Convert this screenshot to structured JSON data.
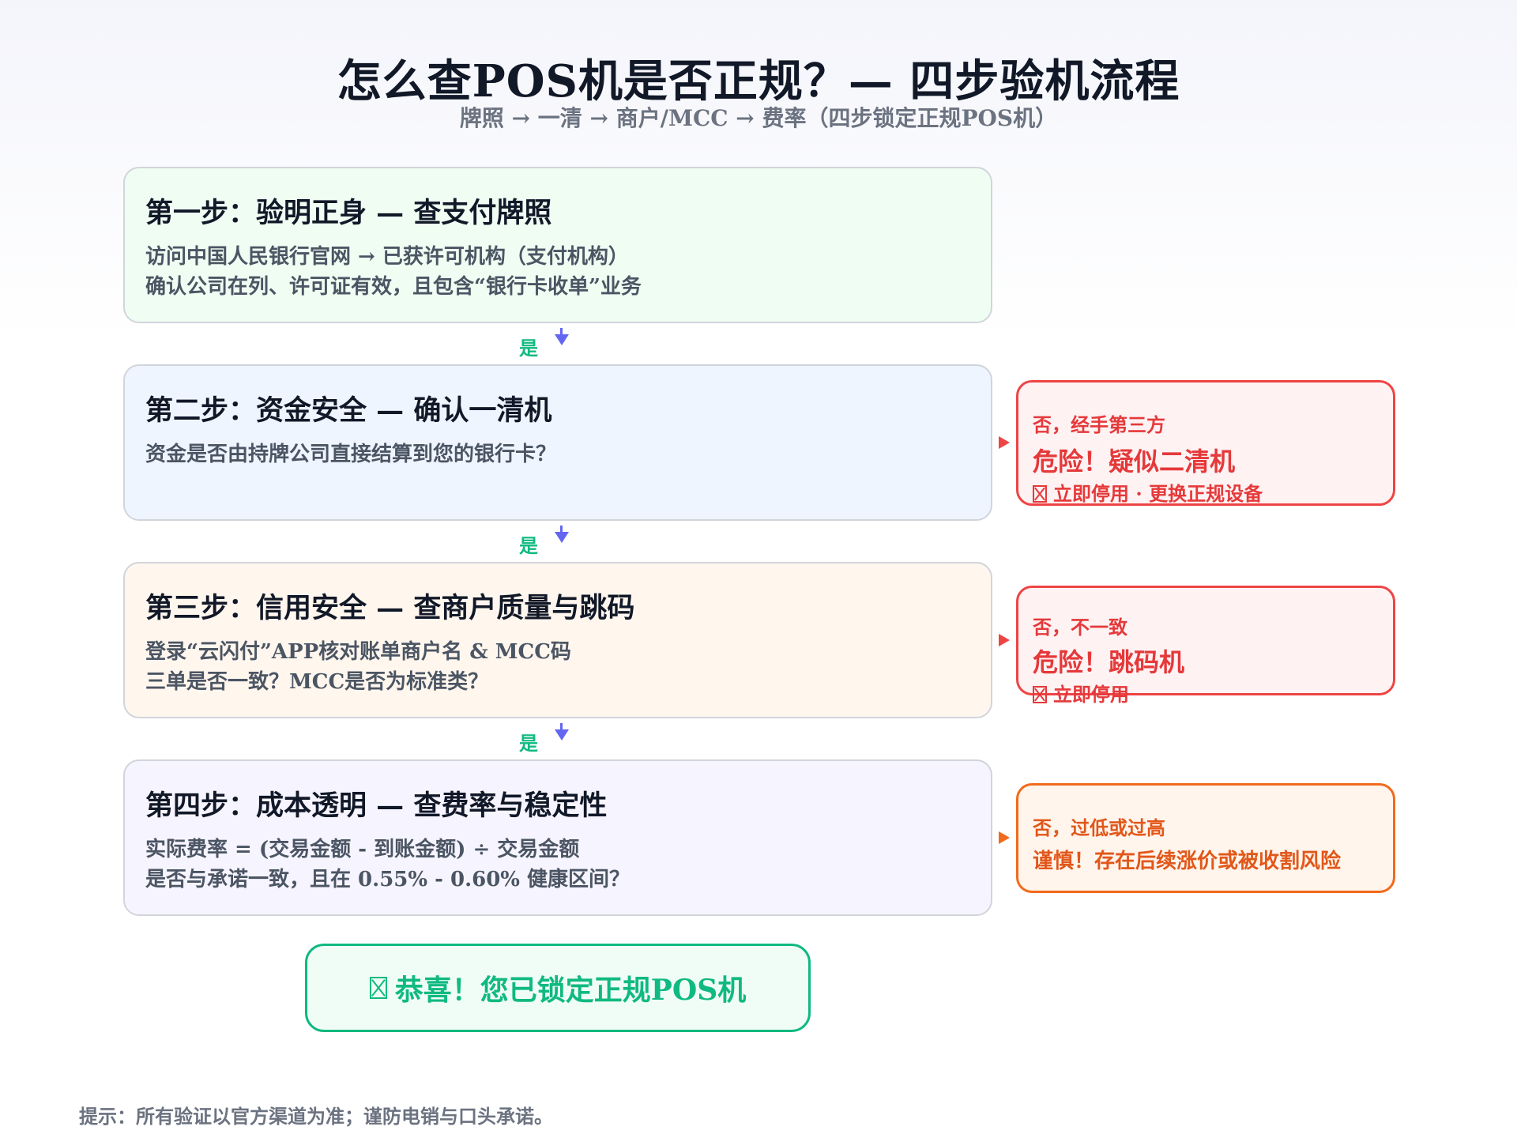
{
  "header": {
    "title": "怎么查POS机是否正规？— 四步验机流程",
    "subtitle": "牌照 → 一清 → 商户/MCC → 费率（四步锁定正规POS机）"
  },
  "steps": [
    {
      "title": "第一步：验明正身 — 查支付牌照",
      "lines": [
        "访问中国人民银行官网 → 已获许可机构（支付机构）",
        "确认公司在列、许可证有效，且包含“银行卡收单”业务"
      ],
      "bg": "#effdf3"
    },
    {
      "title": "第二步：资金安全 — 确认一清机",
      "lines": [
        "资金是否由持牌公司直接结算到您的银行卡？"
      ],
      "bg": "#eff5ff"
    },
    {
      "title": "第三步：信用安全 — 查商户质量与跳码",
      "lines": [
        "登录“云闪付”APP核对账单商户名 & MCC码",
        "三单是否一致？MCC是否为标准类？"
      ],
      "bg": "#fff6ee"
    },
    {
      "title": "第四步：成本透明 — 查费率与稳定性",
      "lines": [
        "实际费率 = (交易金额 - 到账金额) ÷ 交易金额",
        "是否与承诺一致，且在 0.55% - 0.60% 健康区间？"
      ],
      "bg": "#f6f4ff"
    }
  ],
  "yes_label": "是",
  "branches": [
    {
      "condition": "否，经手第三方",
      "warning": "危险！疑似二清机",
      "action": "立即停用 · 更换正规设备",
      "color": "#ef4444",
      "text_color": "#e5393a",
      "bg": "#fef2f3"
    },
    {
      "condition": "否，不一致",
      "warning": "危险！跳码机",
      "action": "立即停用",
      "color": "#ef4444",
      "text_color": "#e5393a",
      "bg": "#fef2f3"
    },
    {
      "condition": "否，过低或过高",
      "warning": "谨慎！存在后续涨价或被收割风险",
      "color": "#f26a1b",
      "text_color": "#e2571a",
      "bg": "#fff5ec"
    }
  ],
  "final": {
    "label": "恭喜！您已锁定正规POS机"
  },
  "footer": {
    "note": "提示：所有验证以官方渠道为准；谨防电销与口头承诺。"
  },
  "colors": {
    "accent_arrow": "#6366f1",
    "yes_green": "#10b981",
    "danger": "#ef4444",
    "caution": "#f26a1b"
  }
}
